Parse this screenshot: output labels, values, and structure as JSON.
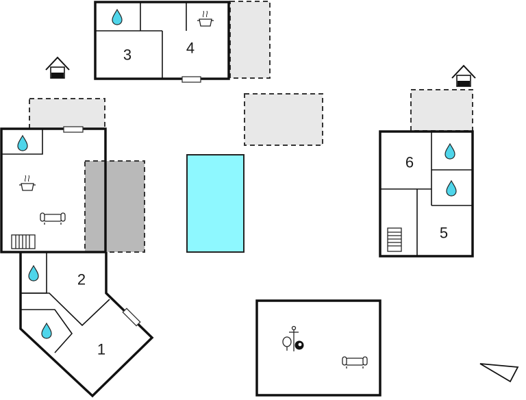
{
  "rooms": {
    "r1": "1",
    "r2": "2",
    "r3": "3",
    "r4": "4",
    "r5": "5",
    "r6": "6"
  },
  "colors": {
    "pool": "#8ef8ff",
    "terrace": "#e8e8e8",
    "carport": "#b9b9b9",
    "water_drop": "#4fd5ea",
    "wall": "#111111"
  },
  "icons": [
    "water-drop-icon",
    "cooktop-icon",
    "sofa-icon",
    "radiator-icon",
    "well-icon",
    "table-tennis-icon",
    "billiard-icon",
    "north-arrow-icon"
  ]
}
